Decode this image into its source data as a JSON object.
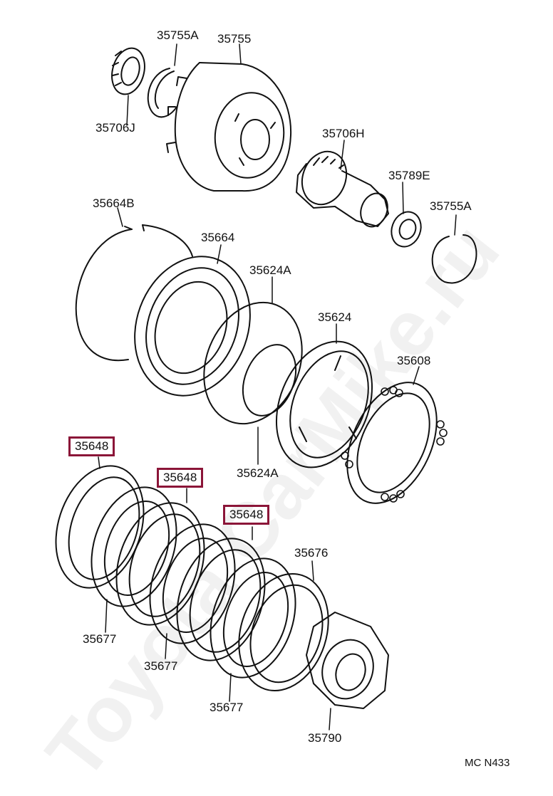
{
  "parts": {
    "p35755A_top": "35755A",
    "p35755": "35755",
    "p35706J": "35706J",
    "p35706H": "35706H",
    "p35789E": "35789E",
    "p35755A_right": "35755A",
    "p35664B": "35664B",
    "p35664": "35664",
    "p35624A_top": "35624A",
    "p35624": "35624",
    "p35608": "35608",
    "p35624A_bottom": "35624A",
    "p35648_1": "35648",
    "p35648_2": "35648",
    "p35648_3": "35648",
    "p35676": "35676",
    "p35677_1": "35677",
    "p35677_2": "35677",
    "p35677_3": "35677",
    "p35790": "35790"
  },
  "highlight_color": "#8b1538",
  "diagram_code": "MC N433",
  "watermark": "Toyota CarMike.ru"
}
